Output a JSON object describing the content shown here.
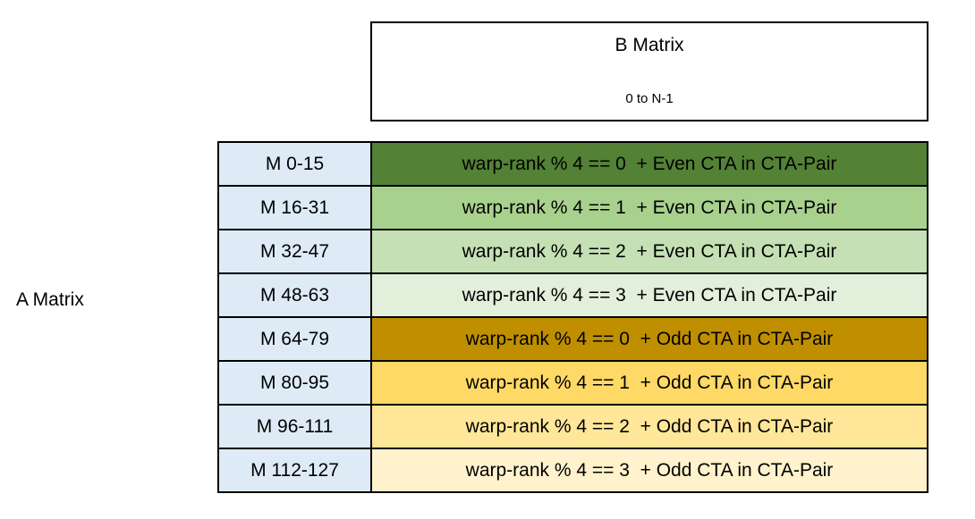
{
  "a_matrix": {
    "label": "A Matrix"
  },
  "b_matrix": {
    "title": "B Matrix",
    "range": "0 to N-1"
  },
  "table": {
    "m_cell_color": "#DEEBF7",
    "border_color": "#000000",
    "rows": [
      {
        "m_label": "M 0-15",
        "rule": "warp-rank % 4 == 0  + Even CTA in CTA-Pair",
        "color": "#538135"
      },
      {
        "m_label": "M 16-31",
        "rule": "warp-rank % 4 == 1  + Even CTA in CTA-Pair",
        "color": "#A9D18E"
      },
      {
        "m_label": "M 32-47",
        "rule": "warp-rank % 4 == 2  + Even CTA in CTA-Pair",
        "color": "#C5E0B4"
      },
      {
        "m_label": "M 48-63",
        "rule": "warp-rank % 4 == 3  + Even CTA in CTA-Pair",
        "color": "#E2EFDA"
      },
      {
        "m_label": "M 64-79",
        "rule": "warp-rank % 4 == 0  + Odd CTA in CTA-Pair",
        "color": "#BF8F00"
      },
      {
        "m_label": "M 80-95",
        "rule": "warp-rank % 4 == 1  + Odd CTA in CTA-Pair",
        "color": "#FFD966"
      },
      {
        "m_label": "M 96-111",
        "rule": "warp-rank % 4 == 2  + Odd CTA in CTA-Pair",
        "color": "#FFE699"
      },
      {
        "m_label": "M 112-127",
        "rule": "warp-rank % 4 == 3  + Odd CTA in CTA-Pair",
        "color": "#FFF2CC"
      }
    ]
  }
}
